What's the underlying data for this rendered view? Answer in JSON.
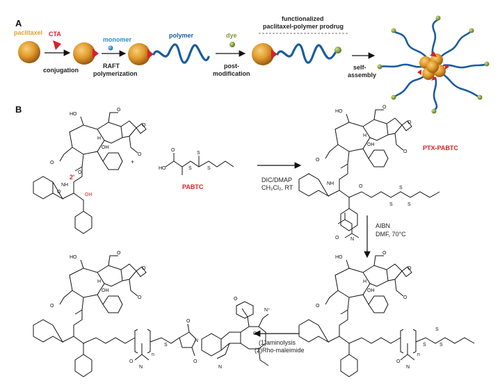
{
  "panel_a": {
    "label": "A",
    "paclitaxel": "paclitaxel",
    "cta": "CTA",
    "monomer": "monomer",
    "polymer": "polymer",
    "dye": "dye",
    "prodrug_line1": "functionalized",
    "prodrug_line2": "paclitaxel-polymer prodrug",
    "conjugation": "conjugation",
    "raft_line1": "RAFT",
    "raft_line2": "polymerization",
    "post_line1": "post-",
    "post_line2": "modification",
    "self_line1": "self-",
    "self_line2": "assembly"
  },
  "panel_b": {
    "label": "B",
    "plus": "+",
    "pabtc": "PABTC",
    "ptx_pabtc": "PTX-PABTC",
    "position_2": "2'",
    "cond1_line1": "DIC/DMAP",
    "cond1_line2": "CH₂Cl₂, RT",
    "cond2_line1": "AIBN",
    "cond2_line2": "DMF, 70°C",
    "cond3_line1": "(1)aminolysis",
    "cond3_line2": "(2)Rho-maleimide",
    "atoms": {
      "HO": "HO",
      "OH": "OH",
      "O": "O",
      "S": "S",
      "N": "N",
      "NH": "NH",
      "H": "H",
      "n": "n",
      "Nplus": "N⁺"
    }
  },
  "colors": {
    "paclitaxel": "#e0a030",
    "cta": "#d8202a",
    "monomer": "#2a8ec8",
    "polymer": "#1a5c9e",
    "dye": "#7a9a3a",
    "highlight": "#e02020"
  }
}
